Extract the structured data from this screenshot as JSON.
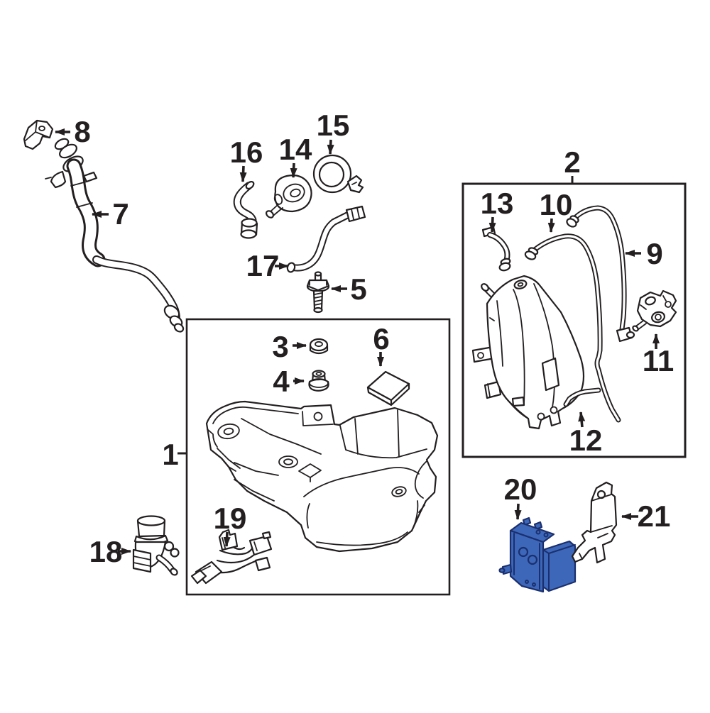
{
  "figure": {
    "type": "exploded-parts-diagram",
    "subject": "fuel-system",
    "background": "#ffffff",
    "line_color": "#231f20",
    "highlight_fill": "#3d68ba",
    "highlight_stroke": "#1b2f6e",
    "highlighted_part_label": "20",
    "callouts": [
      {
        "label": "1"
      },
      {
        "label": "2"
      },
      {
        "label": "3"
      },
      {
        "label": "4"
      },
      {
        "label": "5"
      },
      {
        "label": "6"
      },
      {
        "label": "7"
      },
      {
        "label": "8"
      },
      {
        "label": "9"
      },
      {
        "label": "10"
      },
      {
        "label": "11"
      },
      {
        "label": "12"
      },
      {
        "label": "13"
      },
      {
        "label": "14"
      },
      {
        "label": "15"
      },
      {
        "label": "16"
      },
      {
        "label": "17"
      },
      {
        "label": "18"
      },
      {
        "label": "19"
      },
      {
        "label": "20"
      },
      {
        "label": "21"
      }
    ]
  }
}
